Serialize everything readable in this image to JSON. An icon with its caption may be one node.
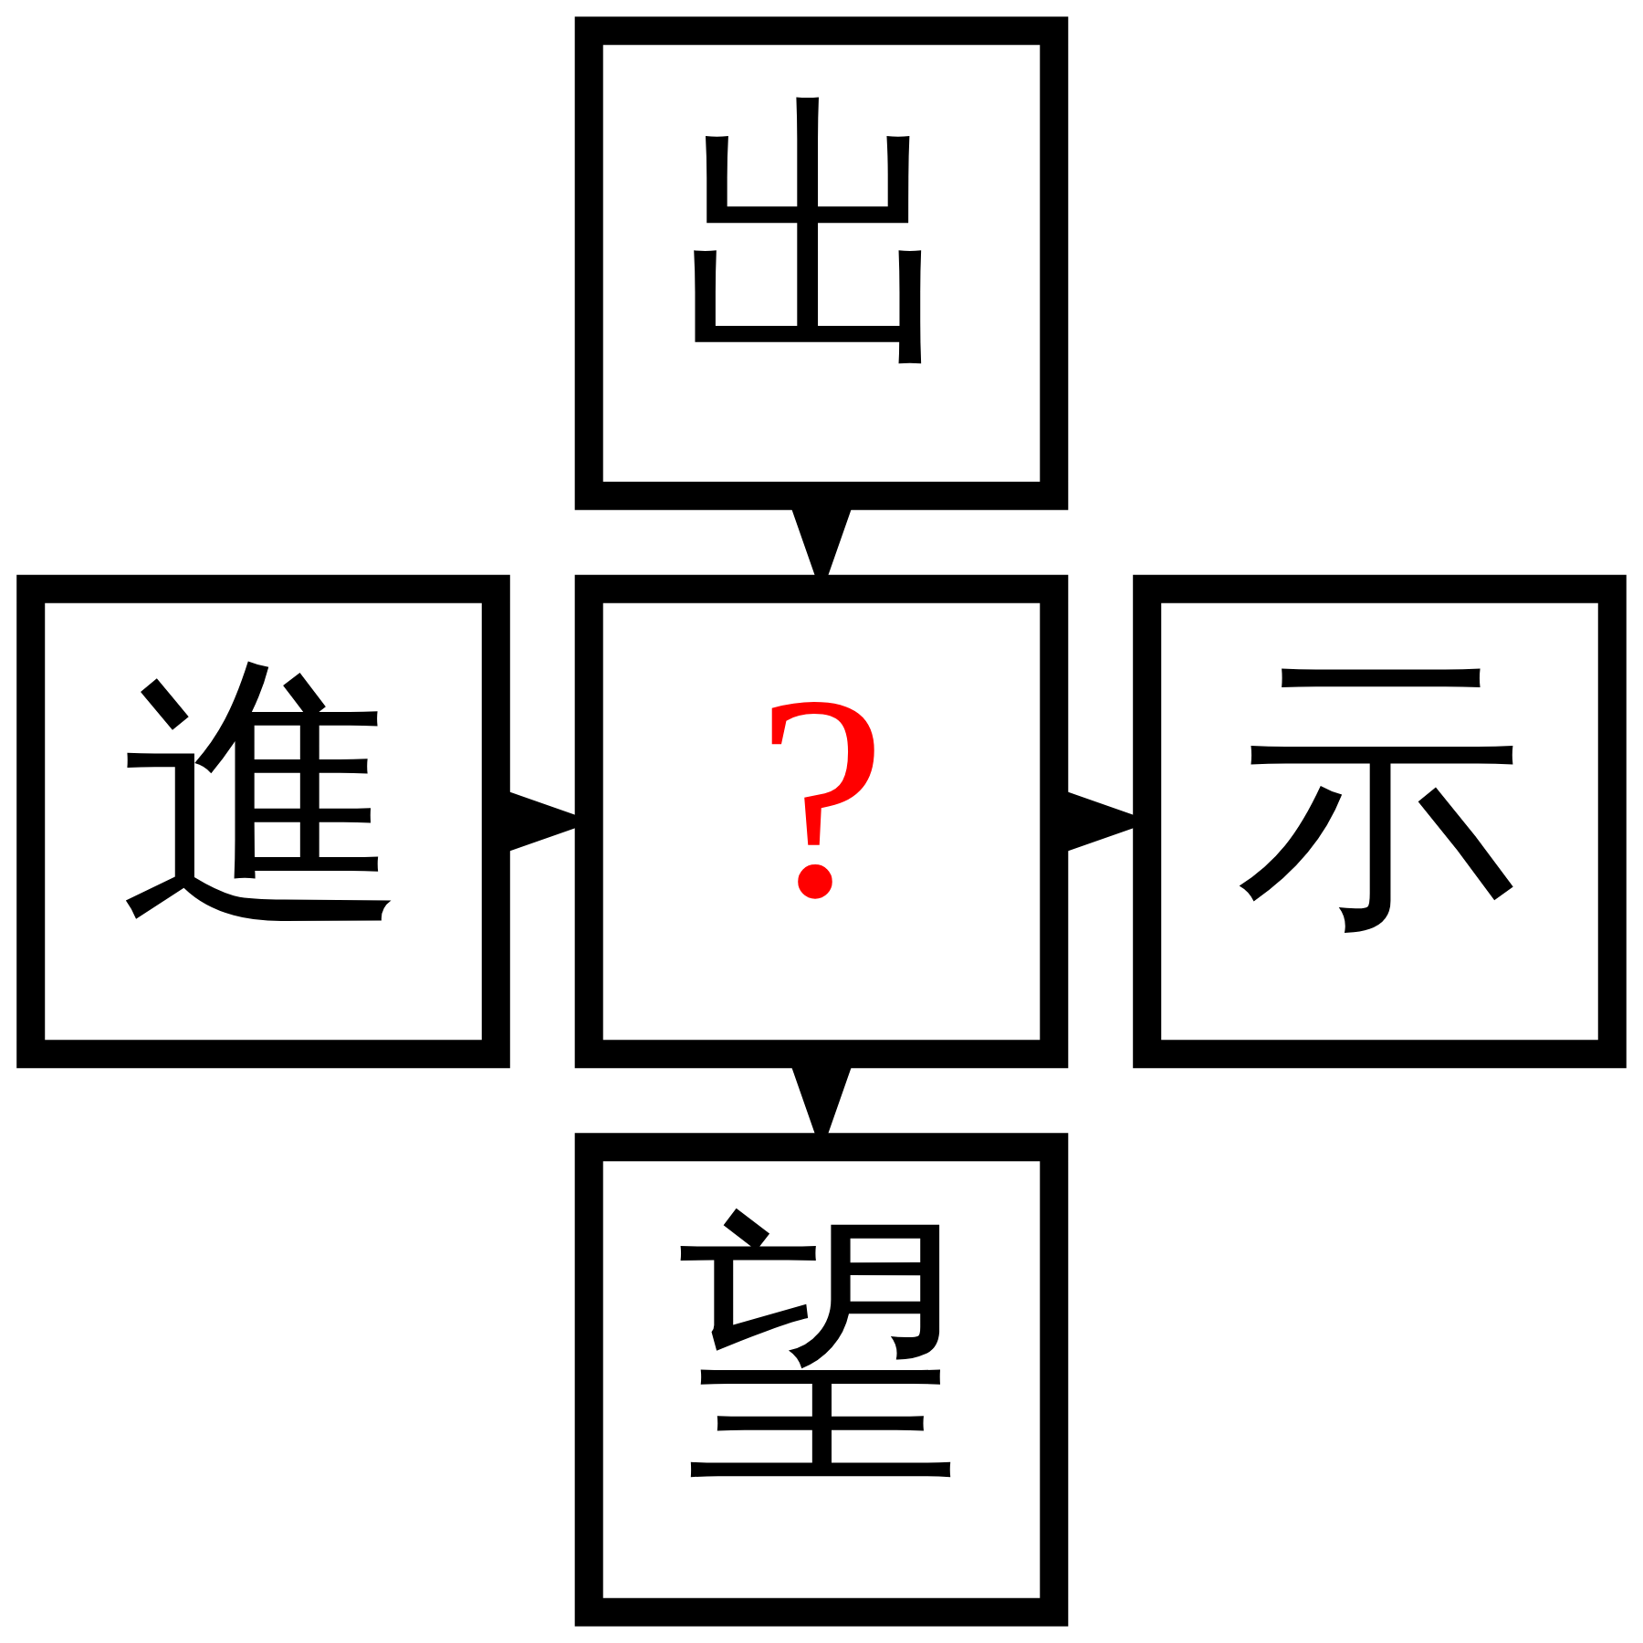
{
  "diagram": {
    "nodes": [
      {
        "text": [
          "出"
        ]
      },
      {
        "text": [
          "進"
        ]
      },
      {
        "text": [
          "?"
        ]
      },
      {
        "text": [
          "示"
        ]
      },
      {
        "text": [
          "望"
        ]
      }
    ],
    "edges": [
      {
        "from": 0,
        "to": 2,
        "arrow": "to"
      },
      {
        "from": 1,
        "to": 2,
        "arrow": "to"
      },
      {
        "from": 2,
        "to": 3,
        "arrow": "to"
      },
      {
        "from": 2,
        "to": 4,
        "arrow": "to"
      }
    ]
  }
}
